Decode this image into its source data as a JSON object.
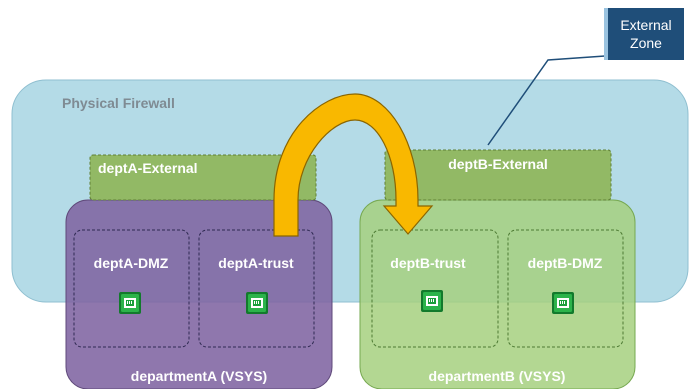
{
  "physical_firewall": {
    "label": "Physical Firewall"
  },
  "external_zone_callout": {
    "line1": "External",
    "line2": "Zone"
  },
  "zones": {
    "deptA_external": "deptA-External",
    "deptB_external": "deptB-External",
    "deptA_dmz": "deptA-DMZ",
    "deptA_trust": "deptA-trust",
    "deptB_trust": "deptB-trust",
    "deptB_dmz": "deptB-DMZ"
  },
  "vsys": {
    "departmentA": "departmentA (VSYS)",
    "departmentB": "departmentB (VSYS)"
  },
  "colors": {
    "firewall_fill": "#b4dbe7",
    "vsys_a_fill": "#8064a2",
    "vsys_b_fill": "#a6d07f",
    "external_zone_fill": "#8fb65a",
    "arrow_fill": "#f9b800",
    "callout_fill": "#1f4e79",
    "interface_icon": "#1a9e3a"
  },
  "icons": [
    "network-port-icon",
    "network-port-icon",
    "network-port-icon",
    "network-port-icon"
  ]
}
